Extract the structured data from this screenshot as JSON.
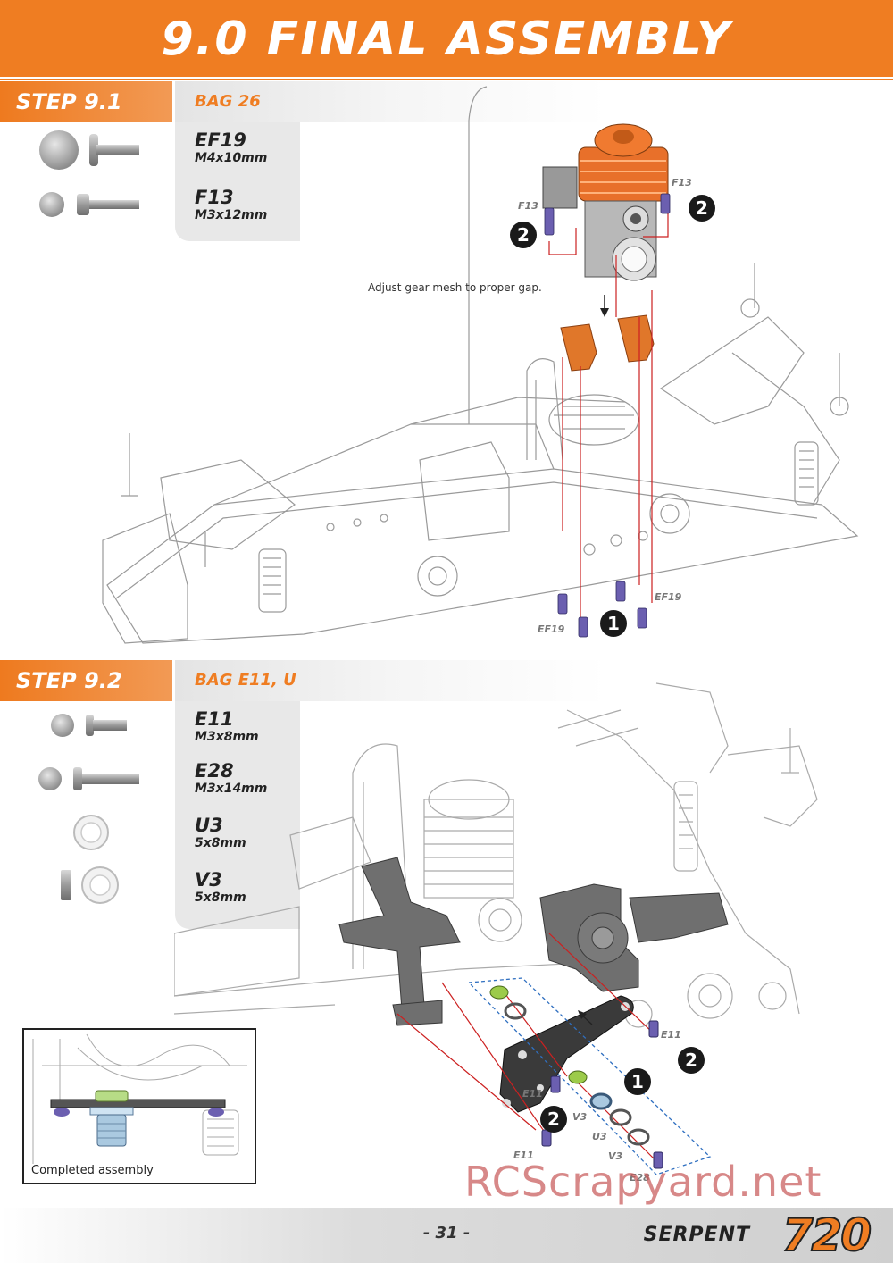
{
  "header": {
    "title": "9.0 FINAL ASSEMBLY"
  },
  "steps": [
    {
      "label": "STEP 9.1",
      "bag": "BAG 26",
      "parts": [
        {
          "code": "EF19",
          "size": "M4x10mm"
        },
        {
          "code": "F13",
          "size": "M3x12mm"
        }
      ],
      "note": "Adjust gear mesh to proper gap.",
      "labels": [
        "F13",
        "F13",
        "EF19",
        "EF19"
      ],
      "numbers": [
        "2",
        "2",
        "1"
      ]
    },
    {
      "label": "STEP 9.2",
      "bag": "BAG E11, U",
      "parts": [
        {
          "code": "E11",
          "size": "M3x8mm"
        },
        {
          "code": "E28",
          "size": "M3x14mm"
        },
        {
          "code": "U3",
          "size": "5x8mm"
        },
        {
          "code": "V3",
          "size": "5x8mm"
        }
      ],
      "labels": [
        "E11",
        "E11",
        "E11",
        "V3",
        "U3",
        "V3",
        "E28"
      ],
      "numbers": [
        "2",
        "1",
        "2"
      ],
      "inset_caption": "Completed assembly"
    }
  ],
  "footer": {
    "page": "- 31 -",
    "brand": "SERPENT",
    "model": "720"
  },
  "watermark": "RCScrapyard.net",
  "colors": {
    "accent": "#ef7d22",
    "screw": "#6b5fb0",
    "mount": "#e0772a",
    "plate": "#555555"
  }
}
